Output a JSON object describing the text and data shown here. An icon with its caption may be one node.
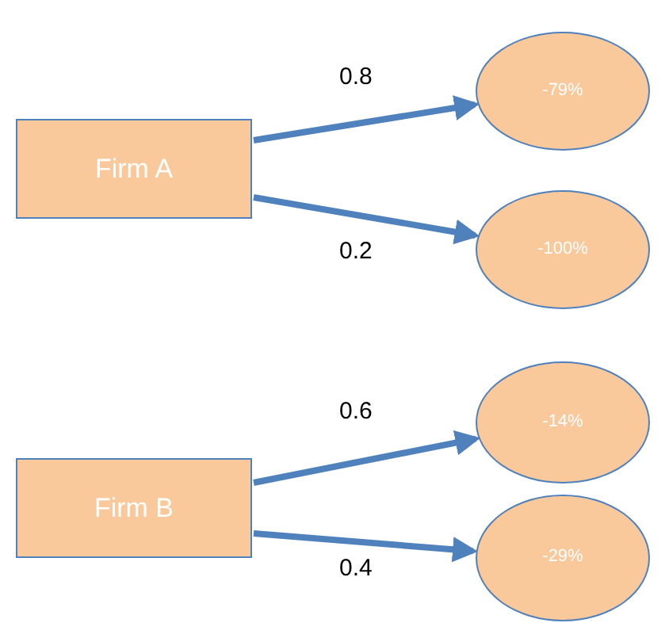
{
  "diagram": {
    "nodes": [
      {
        "text": [
          "Firm A"
        ]
      },
      {
        "text": [
          "Firm B"
        ]
      },
      {
        "text": [
          "-79%"
        ]
      },
      {
        "text": [
          "-100%"
        ]
      },
      {
        "text": [
          "-14%"
        ]
      },
      {
        "text": [
          "-29%"
        ]
      }
    ],
    "edges": [
      {
        "from": 0,
        "to": 2,
        "arrow": "to",
        "label": "0.8"
      },
      {
        "from": 0,
        "to": 3,
        "arrow": "to",
        "label": "0.2"
      },
      {
        "from": 1,
        "to": 4,
        "arrow": "to",
        "label": "0.6"
      },
      {
        "from": 1,
        "to": 5,
        "arrow": "to",
        "label": "0.4"
      }
    ]
  }
}
